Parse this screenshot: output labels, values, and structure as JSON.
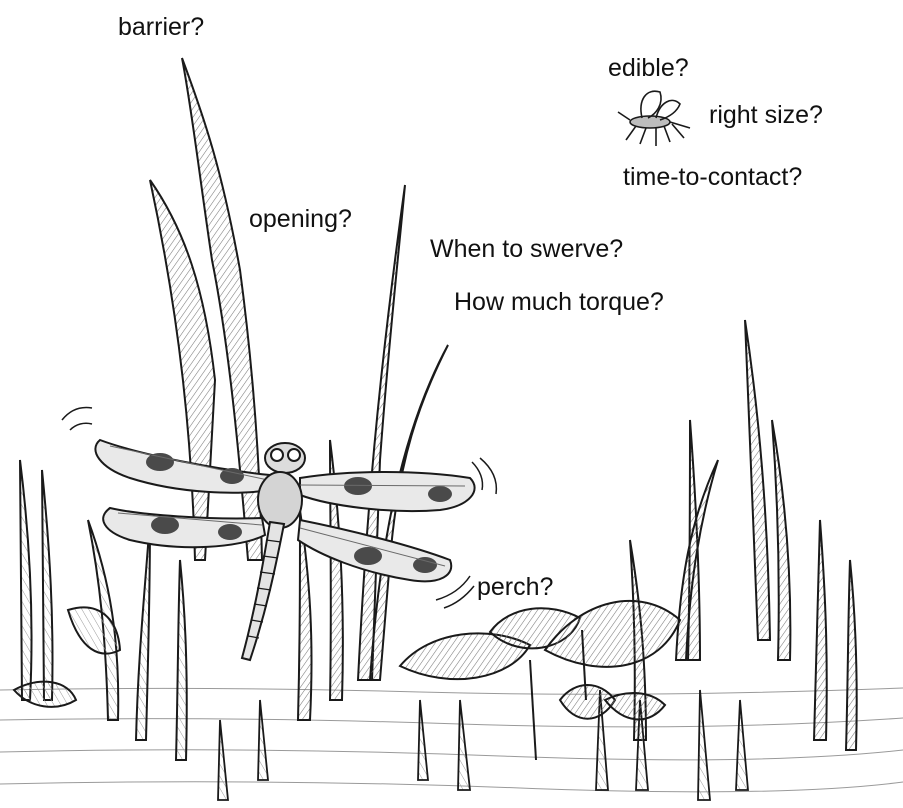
{
  "labels": {
    "barrier": "barrier?",
    "edible": "edible?",
    "right_size": "right size?",
    "time_to_contact": "time-to-contact?",
    "opening": "opening?",
    "when_to_swerve": "When to swerve?",
    "how_much_torque": "How much torque?",
    "perch": "perch?"
  },
  "colors": {
    "ink": "#1a1a1a",
    "shade": "#8a8a8a",
    "wing_spot": "#4a4a4a",
    "leaf_fill": "#cfcfcf",
    "paper": "#ffffff"
  },
  "icons": {
    "insect": "mosquito-icon",
    "dragonfly": "dragonfly-icon"
  }
}
